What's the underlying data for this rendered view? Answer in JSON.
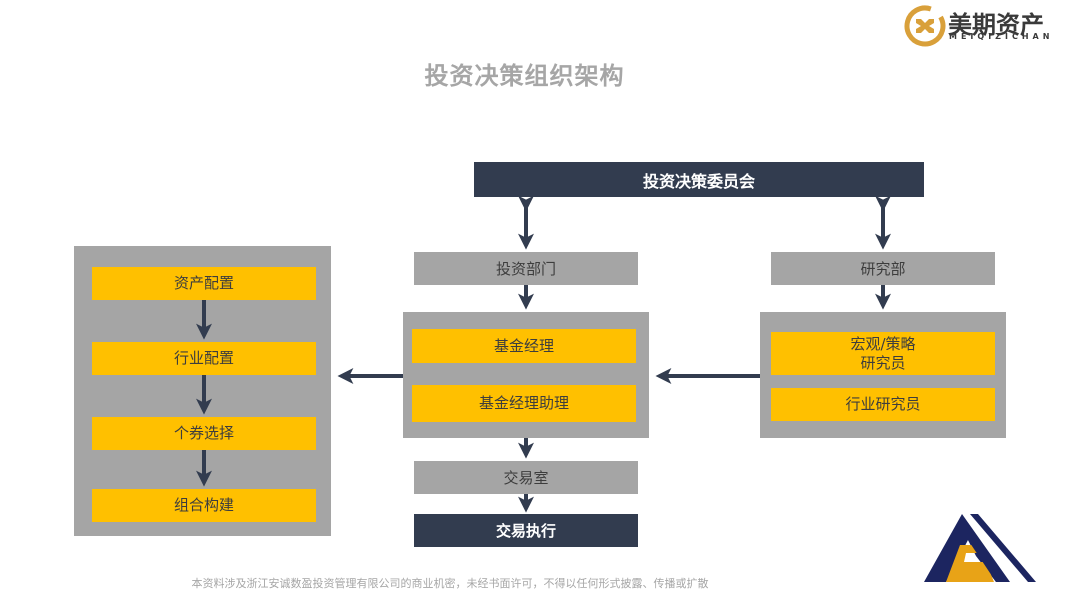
{
  "title": "投资决策组织架构",
  "brand": {
    "name": "美期资产",
    "subtitle": "MEIQIZICHAN",
    "icon": "coin-logo-icon",
    "color": "#d9a03a"
  },
  "diagram": {
    "committee": "投资决策委员会",
    "investment_dept": {
      "label": "投资部门",
      "members": [
        "基金经理",
        "基金经理助理"
      ]
    },
    "research_dept": {
      "label": "研究部",
      "members": [
        "宏观/策略\n研究员",
        "行业研究员"
      ]
    },
    "process_steps": [
      "资产配置",
      "行业配置",
      "个券选择",
      "组合构建"
    ],
    "trading_room": "交易室",
    "trade_execution": "交易执行",
    "connections": [
      {
        "from": "投资决策委员会",
        "to": "投资部门",
        "type": "bidirectional"
      },
      {
        "from": "投资决策委员会",
        "to": "研究部",
        "type": "bidirectional"
      },
      {
        "from": "投资部门",
        "to": "基金经理团队",
        "type": "directed"
      },
      {
        "from": "研究部",
        "to": "研究员团队",
        "type": "directed"
      },
      {
        "from": "研究员团队",
        "to": "基金经理团队",
        "type": "directed"
      },
      {
        "from": "基金经理团队",
        "to": "投资流程",
        "type": "directed"
      },
      {
        "from": "资产配置",
        "to": "行业配置",
        "type": "directed"
      },
      {
        "from": "行业配置",
        "to": "个券选择",
        "type": "directed"
      },
      {
        "from": "个券选择",
        "to": "组合构建",
        "type": "directed"
      },
      {
        "from": "基金经理团队",
        "to": "交易室",
        "type": "directed"
      },
      {
        "from": "交易室",
        "to": "交易执行",
        "type": "directed"
      }
    ]
  },
  "colors": {
    "navy": "#323c4f",
    "grey": "#a5a5a5",
    "yellow": "#ffc000",
    "corner_logo_navy": "#1c2560",
    "corner_logo_gold": "#e8a317"
  },
  "footer": "本资料涉及浙江安诚数盈投资管理有限公司的商业机密，未经书面许可，不得以任何形式披露、传播或扩散"
}
